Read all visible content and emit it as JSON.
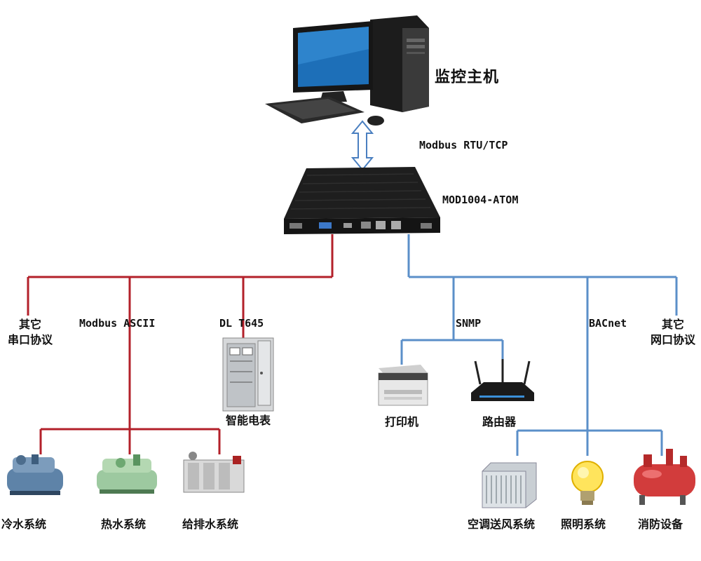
{
  "host": {
    "label": "监控主机"
  },
  "link": {
    "protocol": "Modbus RTU/TCP"
  },
  "gateway": {
    "label": "MOD1004-ATOM"
  },
  "left_branch": {
    "other_serial": {
      "line1": "其它",
      "line2": "串口协议"
    },
    "modbus_ascii": "Modbus ASCII",
    "dl_t645": "DL  T645",
    "meter": "智能电表",
    "devices": [
      "冷水系统",
      "热水系统",
      "给排水系统"
    ]
  },
  "right_branch": {
    "snmp": "SNMP",
    "bacnet": "BACnet",
    "other_net": {
      "line1": "其它",
      "line2": "网口协议"
    },
    "snmp_devices": [
      "打印机",
      "路由器"
    ],
    "bacnet_devices": [
      "空调送风系统",
      "照明系统",
      "消防设备"
    ]
  },
  "colors": {
    "serial_line": "#b3202a",
    "net_line": "#5b8fc9"
  }
}
